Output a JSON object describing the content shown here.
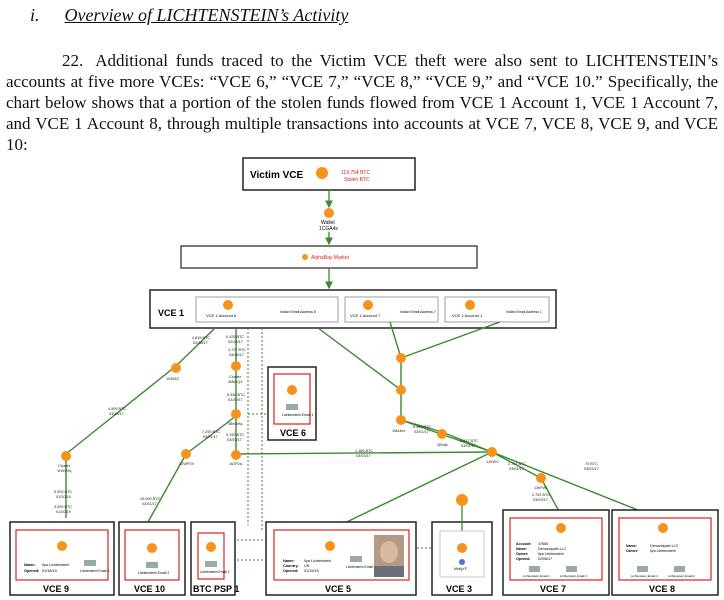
{
  "heading": {
    "number": "i.",
    "title": "Overview of LICHTENSTEIN’s Activity"
  },
  "paragraph": {
    "number": "22.",
    "text": "Additional funds traced to the Victim VCE theft were also sent to LICHTENSTEIN’s accounts at five more VCEs: “VCE 6,” “VCE 7,” “VCE 8,” “VCE 9,” and “VCE 10.” Specifically, the chart below shows that a portion of the stolen funds flowed from VCE 1 Account 1, VCE 1 Account 7, and VCE 1 Account 8, through multiple transactions into accounts at VCE 7, VCE 8, VCE 9, and VCE 10:"
  },
  "diagram": {
    "victim": {
      "label": "Victim VCE",
      "amount": "119,754 BTC",
      "sub": "Stolen BTC"
    },
    "wallet": {
      "line1": "Wallet",
      "line2": "1CGA4s"
    },
    "market": "AlphaBay Market",
    "vce1": {
      "label": "VCE 1",
      "accounts": [
        {
          "name": "VCE 1 Account 8",
          "email": "Indian Email Address 8"
        },
        {
          "name": "VCE 1 Account 7",
          "email": "Indian Email Address 7"
        },
        {
          "name": "VCE 1 Account 1",
          "email": "Indian Email Address 1"
        }
      ]
    },
    "notes": {
      "a1": "4.815 BTC",
      "a1d": "02/28/17",
      "a2": "0.025 BTC",
      "a2d": "02/28/17",
      "a3": "3.727 BTC",
      "a3d": "03/15/17",
      "n1": "1KEt5C",
      "cluster1": "Cluster",
      "cluster1b": "3M6cQ3",
      "a4": "8.336 BTC",
      "a4d": "02/20/17",
      "n2": "38m6Hq",
      "a5": "7.295 BTC",
      "a5d": "03/01/17",
      "a6": "3.190 BTC",
      "a6d": "03/01/17",
      "n3": "12WFSV",
      "n4": "16JP2a",
      "a7": "4.909 BTC",
      "a7d": "03/15/17",
      "cluster2": "Cluster",
      "cluster2b": "1HhVHq",
      "a8": "5.000 BTC",
      "a8d": "01/20/19",
      "a9": "3.929 BTC",
      "a9d": "01/20/19",
      "a10": "25.000 BTC",
      "a10d": "03/01/17",
      "a11": "1.189 BTC",
      "a11d": "03/03/17",
      "n5": "1Ms3mi",
      "a12": "6.497 BTC",
      "a12d": "03/01/17",
      "a13": "5.917 BTC",
      "a13d": "03/01/17",
      "n6": "1Bt4jb",
      "n7": "1JKWV",
      "a14": "2.791 BTC",
      "a14d": "03/03/17",
      "a15": "70 BTC",
      "a15d": "03/03/17",
      "n8": "13hFWi",
      "a16": "2.792 BTC",
      "a16d": "03/03/17"
    },
    "vce6": {
      "label": "VCE 6",
      "email": "Lichtenstein Email 1"
    },
    "vce9": {
      "label": "VCE 9",
      "k1": "Name:",
      "v1": "Ilya Lichtenstein",
      "k2": "Opened:",
      "v2": "01/18/15",
      "email": "Lichtenstein Email 1"
    },
    "vce10": {
      "label": "VCE 10",
      "email": "Lichtenstein Email 2"
    },
    "psp": {
      "label": "BTC PSP 1",
      "email": "Lichtenstein Email 1"
    },
    "vce5": {
      "label": "VCE 5",
      "k1": "Name:",
      "v1": "Ilya Lichtenstein",
      "k2": "Country:",
      "v2": "US",
      "k3": "Opened:",
      "v3": "01/15/15",
      "email": "Lichtenstein Email 1"
    },
    "vce3": {
      "label": "VCE 3",
      "n": "Mn6yYF"
    },
    "vce7": {
      "label": "VCE 7",
      "k1": "Account:",
      "v1": "47665",
      "k2": "Name:",
      "v2": "Demandpath LLC",
      "k3": "Owner:",
      "v3": "Ilya Lichtenstein",
      "k4": "Opened:",
      "v4": "02/08/17",
      "email1": "Lichtenstein Email 1",
      "email2": "Lichtenstein Email 2"
    },
    "vce8": {
      "label": "VCE 8",
      "k1": "Name:",
      "v1": "Demandpath LLC",
      "k2": "Owner:",
      "v2": "Ilya Lichtenstein",
      "email1": "Lichtenstein Email 1",
      "email2": "Lichtenstein Email 2"
    }
  },
  "colors": {
    "btc": "#f7931a",
    "red": "#d9231f",
    "green": "#3b8a2e",
    "box": "#222222"
  }
}
